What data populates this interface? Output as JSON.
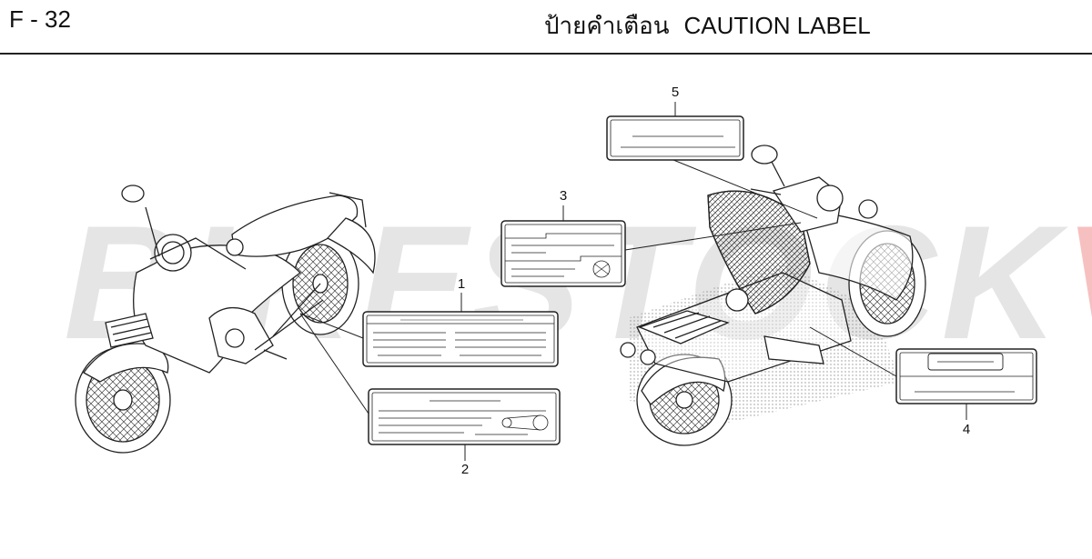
{
  "header": {
    "code": "F - 32",
    "title_thai": "ป้ายคำเตือน",
    "title_en": "CAUTION LABEL"
  },
  "watermark": {
    "main": "BIKESTOCK",
    "accent": "VN",
    "accent_color": "#e63c3c"
  },
  "callouts": [
    {
      "id": "1"
    },
    {
      "id": "2"
    },
    {
      "id": "3"
    },
    {
      "id": "4"
    },
    {
      "id": "5"
    }
  ]
}
